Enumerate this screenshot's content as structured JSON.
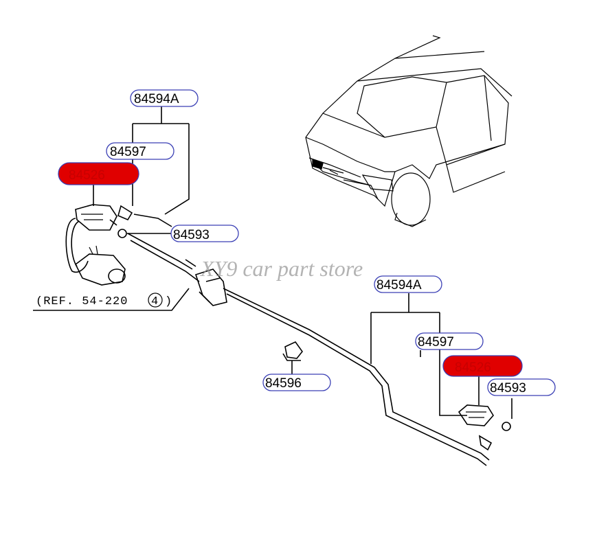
{
  "labels": {
    "washer_hose_assy_left": "84594A",
    "nozzle_left": "84597",
    "highlighted_part_left": "84526",
    "check_valve_left": "84593",
    "washer_hose_assy_right": "84594A",
    "nozzle_right": "84597",
    "highlighted_part_right": "84526",
    "check_valve_right": "84593",
    "clip": "84596"
  },
  "reference": {
    "text": "(REF. 54-220",
    "circled_number": "4",
    "closing": ")"
  },
  "watermark": "XY9 car part store",
  "colors": {
    "highlight": "#e00000",
    "label_outline": "#3a3fb5",
    "line": "#000000",
    "watermark": "#9a9a9a"
  }
}
